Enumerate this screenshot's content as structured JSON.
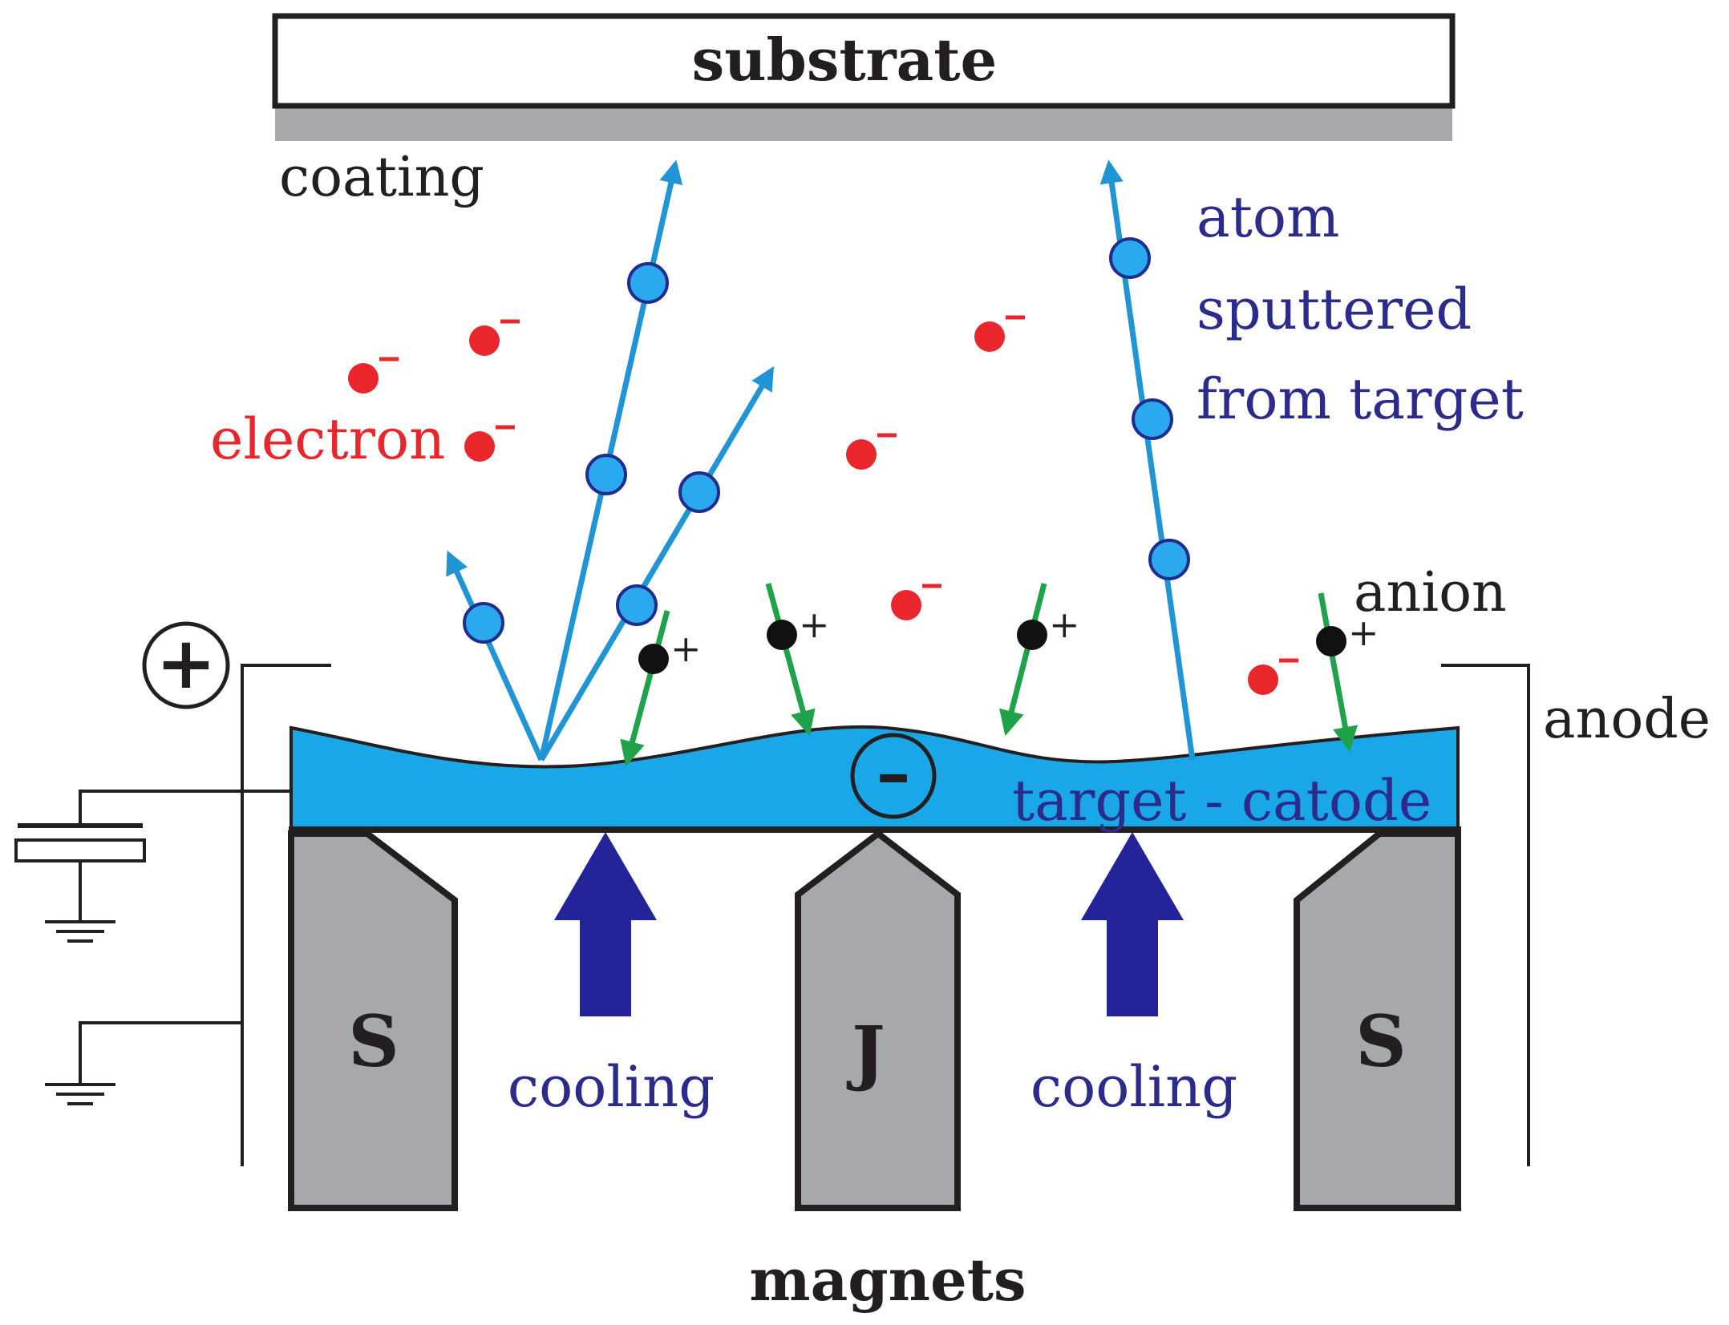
{
  "labels": {
    "substrate": "substrate",
    "coating": "coating",
    "atom": "atom",
    "sputtered": "sputtered",
    "from_target": "from target",
    "electron": "electron",
    "anion": "anion",
    "anode": "anode",
    "target_catode": "target - catode",
    "cooling_left": "cooling",
    "cooling_right": "cooling",
    "magnet_left": "S",
    "magnet_center": "J",
    "magnet_right": "S",
    "magnets": "magnets",
    "plus_sign": "+",
    "minus_sign": "–"
  },
  "colors": {
    "target": "#1aa7e8",
    "atom_path": "#1f95d6",
    "atom_fill": "#2aa9ef",
    "ion_arrow": "#1fa24a",
    "electron": "#e8262b",
    "cooling_arrow": "#24249a",
    "label_blue": "#2b2b8c",
    "magnet_fill": "#a6a8ab",
    "coating": "#a7a9ac"
  }
}
